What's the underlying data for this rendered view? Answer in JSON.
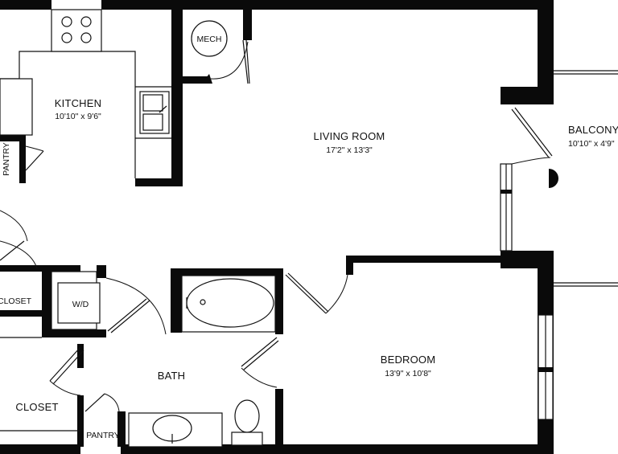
{
  "rooms": {
    "kitchen": {
      "name": "KITCHEN",
      "dims": "10'10\" x 9'6\""
    },
    "living_room": {
      "name": "LIVING ROOM",
      "dims": "17'2\" x 13'3\""
    },
    "balcony": {
      "name": "BALCONY",
      "dims": "10'10\" x 4'9\""
    },
    "bedroom": {
      "name": "BEDROOM",
      "dims": "13'9\" x 10'8\""
    },
    "mech": {
      "name": "MECH"
    },
    "pantry_top": {
      "name": "PANTRY"
    },
    "closet_left": {
      "name": "CLOSET"
    },
    "washer_dryer": {
      "name": "W/D"
    },
    "bath": {
      "name": "BATH"
    },
    "closet_bottom": {
      "name": "CLOSET"
    },
    "pantry_bottom": {
      "name": "PANTRY"
    }
  }
}
